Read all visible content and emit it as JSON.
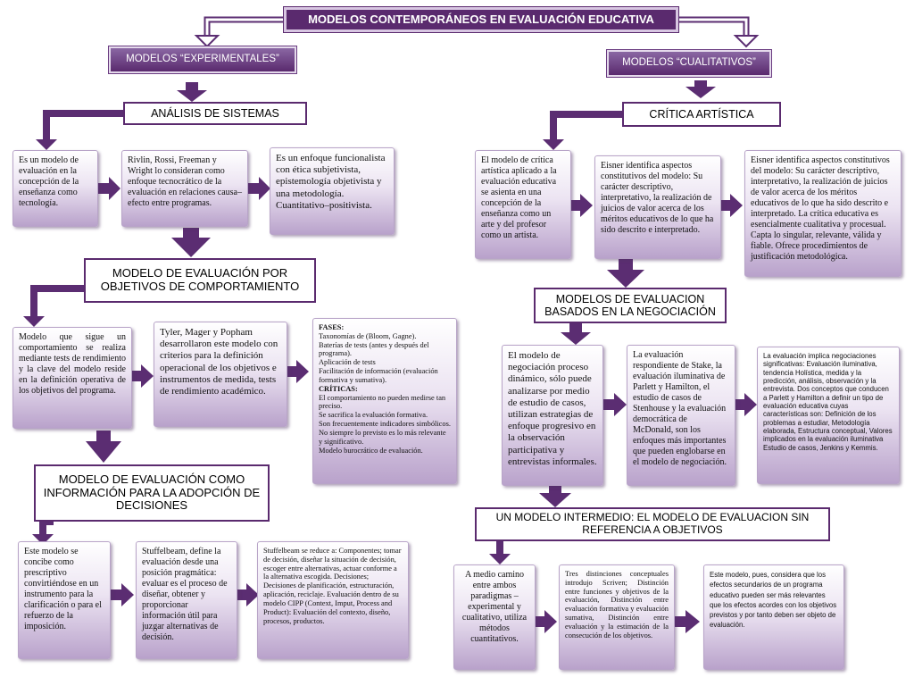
{
  "title": "MODELOS CONTEMPORÁNEOS EN EVALUACIÓN EDUCATIVA",
  "experimental": {
    "header": "MODELOS “EXPERIMENTALES”",
    "analisis": {
      "header": "ANÁLISIS DE SISTEMAS",
      "box1": "Es un modelo de evaluación en la concepción de la enseñanza como tecnología.",
      "box2": "Rivlin, Rossi, Freeman y Wright lo consideran como enfoque tecnocrático de la evaluación en relaciones causa–efecto entre programas.",
      "box3": "Es un enfoque funcionalista con ética subjetivista, epistemología objetivista y una metodología. Cuantitativo–positivista."
    },
    "objetivos": {
      "header": "MODELO DE EVALUACIÓN POR OBJETIVOS DE COMPORTAMIENTO",
      "box1": "Modelo que sigue un comportamiento se realiza mediante tests de rendimiento y la clave del modelo reside en la definición operativa de los objetivos del programa.",
      "box2": "Tyler, Mager y Popham desarrollaron este modelo con criterios para la definición operacional de los objetivos e instrumentos de medida, tests de rendimiento académico.",
      "box3_heading": "FASES:",
      "box3_lines": [
        "Taxonomías de (Bloom, Gagne).",
        " Baterías de tests (antes y después del programa).",
        " Aplicación de tests",
        "Facilitación de información (evaluación formativa y  sumativa).",
        "CRÍTICAS:",
        " El comportamiento no pueden medirse tan preciso.",
        "Se sacrifica la evaluación formativa.",
        "Son frecuentemente indicadores simbólicos.",
        "No siempre lo previsto es lo más relevante y significativo.",
        " Modelo burocrático de evaluación."
      ]
    },
    "decisiones": {
      "header": "MODELO DE EVALUACIÓN COMO INFORMACIÓN PARA LA ADOPCIÓN DE DECISIONES",
      "box1": "Este modelo se concibe como prescriptivo convirtiéndose en un instrumento para la clarificación o para el refuerzo de la imposición.",
      "box2": "Stuffelbeam, define la evaluación desde una posición pragmática: evaluar es el proceso de diseñar, obtener y proporcionar información útil para juzgar alternativas de decisión.",
      "box3": "Stuffelbeam se reduce a: Componentes; tomar de decisión, diseñar la situación de decisión, escoger entre alternativas, actuar conforme a la alternativa escogida. Decisiones; Decisiones de planificación, estructuración,  aplicación, reciclaje. Evaluación dentro de su modelo CIPP (Context,  Imput, Process and Product): Evaluación del contexto, diseño, procesos, productos."
    }
  },
  "cualitativo": {
    "header": "MODELOS “CUALITATIVOS”",
    "critica": {
      "header": "CRÍTICA ARTÍSTICA",
      "box1": "El modelo de crítica artística aplicado a la evaluación educativa se asienta en una concepción de la enseñanza como un arte y del profesor como un artista.",
      "box2": "Eisner identifica aspectos constitutivos del modelo: Su carácter descriptivo, interpretativo, la realización de juicios de valor acerca de los méritos educativos de lo que ha sido descrito e interpretado.",
      "box3": "Eisner identifica aspectos constitutivos del modelo: Su carácter descriptivo,  interpretativo, la realización de juicios de valor acerca de los méritos educativos de lo que ha sido descrito e interpretado. La crítica educativa es esencialmente cualitativa y procesual. Capta lo singular,  relevante, válida y fiable. Ofrece procedimientos de justificación metodológica."
    },
    "negociacion": {
      "header": "MODELOS DE EVALUACION BASADOS EN LA NEGOCIACIÓN",
      "box1": "El modelo de negociación proceso dinámico, sólo puede analizarse por medio de estudio de casos, utilizan estrategias de enfoque progresivo en la observación participativa y entrevistas informales.",
      "box2": "La evaluación respondiente de Stake, la evaluación iluminativa de Parlett y Hamilton, el estudio de casos de Stenhouse y la evaluación democrática de McDonald, son los enfoques más importantes que pueden englobarse en el modelo de negociación.",
      "box3": "La evaluación implica negociaciones significativas: Evaluación iluminativa, tendencia Holística,  medida y la predicción, análisis,  observación y la entrevista. Dos conceptos que conducen a Parlett y Hamilton a definir un tipo de evaluación educativa cuyas características son: Definición de los problemas a estudiar, Metodología elaborada, Estructura conceptual, Valores implicados en la evaluación iluminativa Estudio de casos, Jenkins y Kemmis."
    },
    "intermedio": {
      "header": "UN MODELO INTERMEDIO: EL MODELO DE EVALUACION SIN REFERENCIA A OBJETIVOS",
      "box1": "A medio camino entre ambos paradigmas – experimental y cualitativo, utiliza métodos cuantitativos.",
      "box2": "Tres distinciones conceptuales introdujo Scriven; Distinción entre funciones y objetivos de la evaluación, Distinción entre evaluación formativa y evaluación sumativa, Distinción entre evaluación y la estimación de la consecución de los objetivos.",
      "box3": "Este modelo, pues, considera que los efectos secundarios de un programa educativo pueden ser más relevantes que los efectos acordes con los objetivos previstos y por tanto deben ser objeto de evaluación."
    }
  }
}
